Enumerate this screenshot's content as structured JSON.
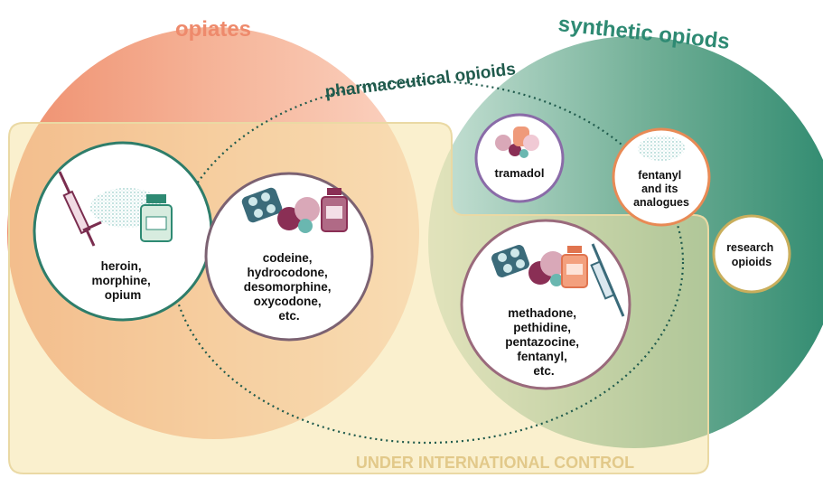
{
  "groups": {
    "opiates": "opiates",
    "synthetic": "synthetic opiods",
    "pharmaceutical": "pharmaceutical opioids",
    "control": "UNDER INTERNATIONAL CONTROL"
  },
  "items": {
    "heroin": [
      "heroin,",
      "morphine,",
      "opium"
    ],
    "codeine": [
      "codeine,",
      "hydrocodone,",
      "desomorphine,",
      "oxycodone,",
      "etc."
    ],
    "tramadol": [
      "tramadol"
    ],
    "fentanyl": [
      "fentanyl",
      "and its",
      "analogues"
    ],
    "research": [
      "research",
      "opioids"
    ],
    "methadone": [
      "methadone,",
      "pethidine,",
      "pentazocine,",
      "fentanyl,",
      "etc."
    ]
  },
  "colors": {
    "opiates_label": "#ee8a6c",
    "synthetic_label": "#2e8a73",
    "pharma_label": "#1f5a4c",
    "control_label": "#e2c98a",
    "heroin_ring": "#2e7d6a",
    "codeine_ring": "#7c6272",
    "tramadol_ring": "#8a6ba8",
    "fentanyl_ring": "#e88a55",
    "research_ring": "#c9ae5c",
    "methadone_ring": "#9a6a7c"
  }
}
